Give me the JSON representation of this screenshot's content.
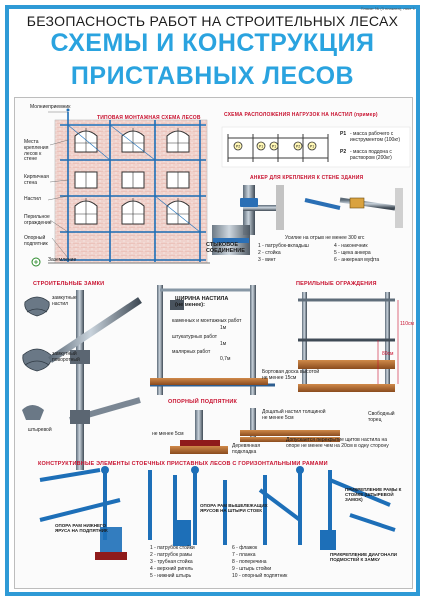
{
  "header": {
    "ref": "Плакат №  (3 плаката), лист 1",
    "title_small": "БЕЗОПАСНОСТЬ РАБОТ НА СТРОИТЕЛЬНЫХ ЛЕСАХ",
    "title_line1": "СХЕМЫ И КОНСТРУКЦИЯ",
    "title_line2": "ПРИСТАВНЫХ ЛЕСОВ"
  },
  "sections": {
    "typical_scheme": "ТИПОВАЯ МОНТАЖНАЯ СХЕМА ЛЕСОВ",
    "loads_scheme": "СХЕМА РАСПОЛОЖЕНИЯ НАГРУЗОК НА НАСТИЛ (пример)",
    "wall_anchor": "АНКЕР ДЛЯ КРЕПЛЕНИЯ К СТЕНЕ ЗДАНИЯ",
    "locks": "СТРОИТЕЛЬНЫЕ ЗАМКИ",
    "railings": "ПЕРИЛЬНЫЕ ОГРАЖДЕНИЯ",
    "support": "ОПОРНЫЙ ПОДПЯТНИК",
    "structural": "КОНСТРУКТИВНЫЕ ЭЛЕМЕНТЫ СТОЕЧНЫХ ПРИСТАВНЫХ ЛЕСОВ С ГОРИЗОНТАЛЬНЫМИ РАМАМИ"
  },
  "scheme_labels": {
    "lightning": "Молниеприемник",
    "places": "Места крепления лесов к стене",
    "wall": "Кирпичная стена",
    "deck": "Настил",
    "rail": "Перильное ограждение",
    "support": "Опорный подпятник",
    "ground": "Заземление"
  },
  "loads": {
    "p1": "Р1",
    "p2": "Р2",
    "p1_text": "- масса рабочего с инструментом (100кг)",
    "p2_text": "- масса поддона с раствором (200кг)"
  },
  "anchor_labels": {
    "joint": "СТЫКОВОЕ СОЕДИНЕНИЕ",
    "bond": "Усилие на отрыв не менее 300 кгс",
    "l1": "1 - патрубок-вкладыш",
    "l2": "2 - стойка",
    "l3": "3 - винт",
    "l4": "4 - наконечник",
    "l5": "5 - щека анкера",
    "l6": "6 - анкерная муфта"
  },
  "locks": {
    "fixed": "замкутные настил",
    "swivel": "замкутный поворотный",
    "pin": "штыревой"
  },
  "middle": {
    "deck_width": "ШИРИНА НАСТИЛА (не менее):",
    "mason": "каменных и монтажных работ",
    "mason_v": "1м",
    "plaster": "штукатурных работ",
    "plaster_v": "1м",
    "paint": "малярных работ",
    "paint_v": "0,7м"
  },
  "railings": {
    "h1": "110см",
    "h2": "80см",
    "board": "Бортовая доска высотой не менее 15см",
    "gap": "Дощатый настил толщиной не менее 5см",
    "end": "Свободный торец"
  },
  "support": {
    "min": "не менее 5см",
    "pad": "Деревянная подкладка",
    "overlap": "Допускается перекрытие щитов настила на опоре не менее чем на 20см в одну сторону"
  },
  "structural": {
    "support_lower": "ОПОРА РАМ НИЖНЕГО ЯРУСА НА ПОДПЯТНИК",
    "support_upper": "ОПОРА РАМ ВЫШЕЛЕЖАЩИХ ЯРУСОВ НА ШТЫРИ СТОЕК",
    "attach": "ПРИКРЕПЛЕНИЕ РАМЫ К СТОЙКЕ (ШТЫРЕВОЙ ЗАМОК)",
    "diag": "ПРИКРЕПЛЕНИЕ ДИАГОНАЛИ ПОДМОСТЕЙ К ЗАМКУ",
    "legend_a": [
      "1 - патрубок стойки",
      "2 - патрубок рамы",
      "3 - трубная стойка",
      "4 - верхний ригель",
      "5 - нижний штырь"
    ],
    "legend_b": [
      "6 - флажок",
      "7 - планка",
      "8 - поперечина",
      "9 - штырь стойки",
      "10 - опорный подпятник"
    ]
  }
}
